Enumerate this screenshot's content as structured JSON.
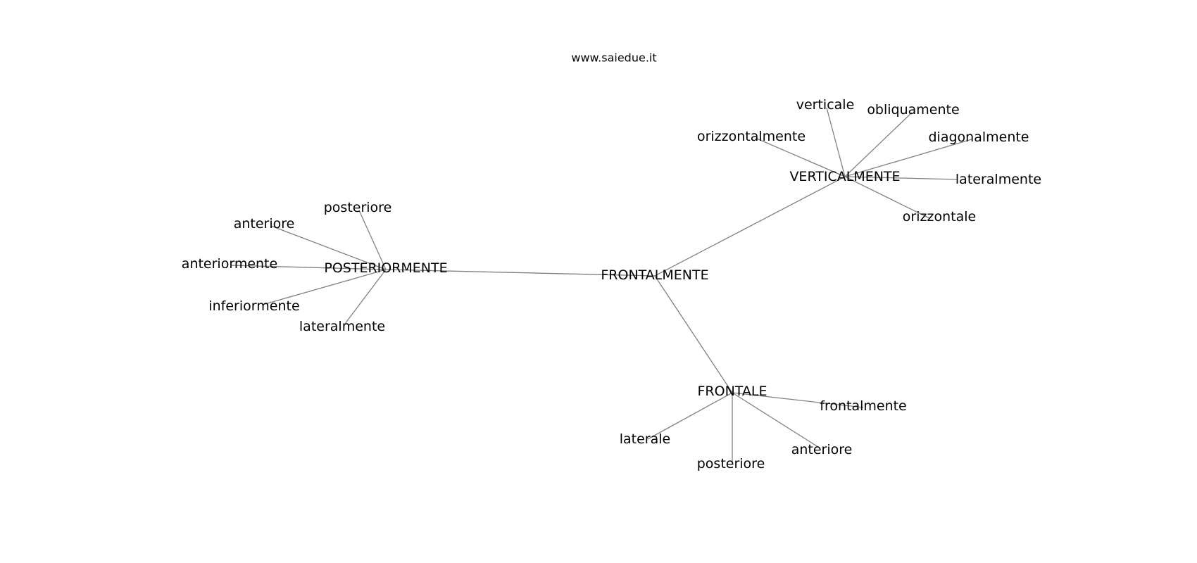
{
  "watermark": "www.saiedue.it",
  "hubs": [
    {
      "id": "frontalmente",
      "label": "FRONTALMENTE",
      "leaves": []
    },
    {
      "id": "verticalmente",
      "label": "VERTICALMENTE",
      "leaves": [
        "verticale",
        "obliquamente",
        "orizzontalmente",
        "diagonalmente",
        "lateralmente",
        "orizzontale"
      ]
    },
    {
      "id": "posteriormente",
      "label": "POSTERIORMENTE",
      "leaves": [
        "posteriore",
        "anteriore",
        "anteriormente",
        "inferiormente",
        "lateralmente"
      ]
    },
    {
      "id": "frontale",
      "label": "FRONTALE",
      "leaves": [
        "frontalmente",
        "laterale",
        "anteriore",
        "posteriore"
      ]
    }
  ],
  "hub_links": [
    [
      "frontalmente",
      "verticalmente"
    ],
    [
      "frontalmente",
      "posteriormente"
    ],
    [
      "frontalmente",
      "frontale"
    ]
  ]
}
